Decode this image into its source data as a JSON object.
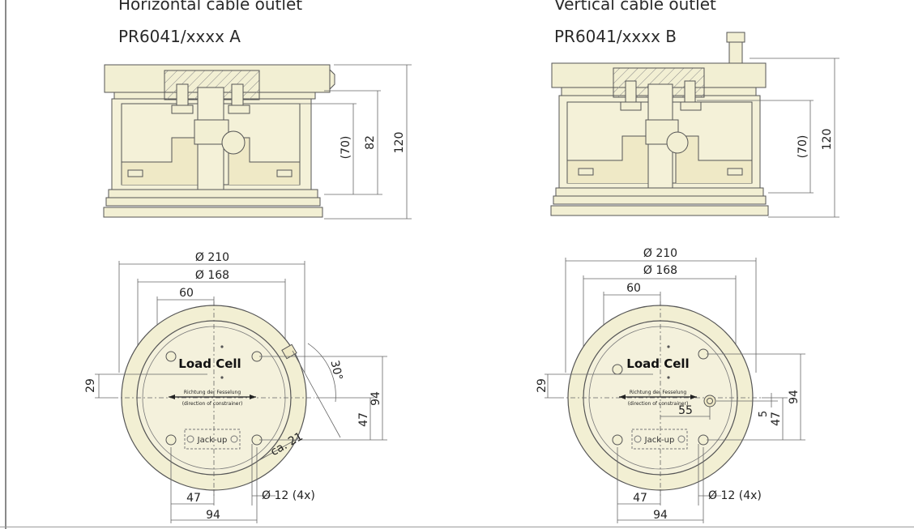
{
  "views": {
    "left": {
      "title_line1": "Horizontal cable outlet",
      "title_line2": "PR6041/xxxx A"
    },
    "right": {
      "title_line1": "Vertical cable outlet",
      "title_line2": "PR6041/xxxx B"
    }
  },
  "dimensions": {
    "d70": "(70)",
    "d82": "82",
    "d120": "120",
    "dia210": "Ø 210",
    "dia168": "Ø 168",
    "d60": "60",
    "d29": "29",
    "d94": "94",
    "d47": "47",
    "d5": "5",
    "d55": "55",
    "angle30": "30°",
    "ca21": "ca. 21",
    "hole12": "Ø 12 (4x)"
  },
  "labels": {
    "load_cell": "Load Cell",
    "constraint_de": "Richtung der Fesselung",
    "constraint_en": "(direction of constrainer)",
    "jackup": "Jack-up"
  },
  "colors": {
    "fill": "#f2efd3",
    "line": "#555555",
    "dim_line": "#666666",
    "hatch": "#888888"
  }
}
